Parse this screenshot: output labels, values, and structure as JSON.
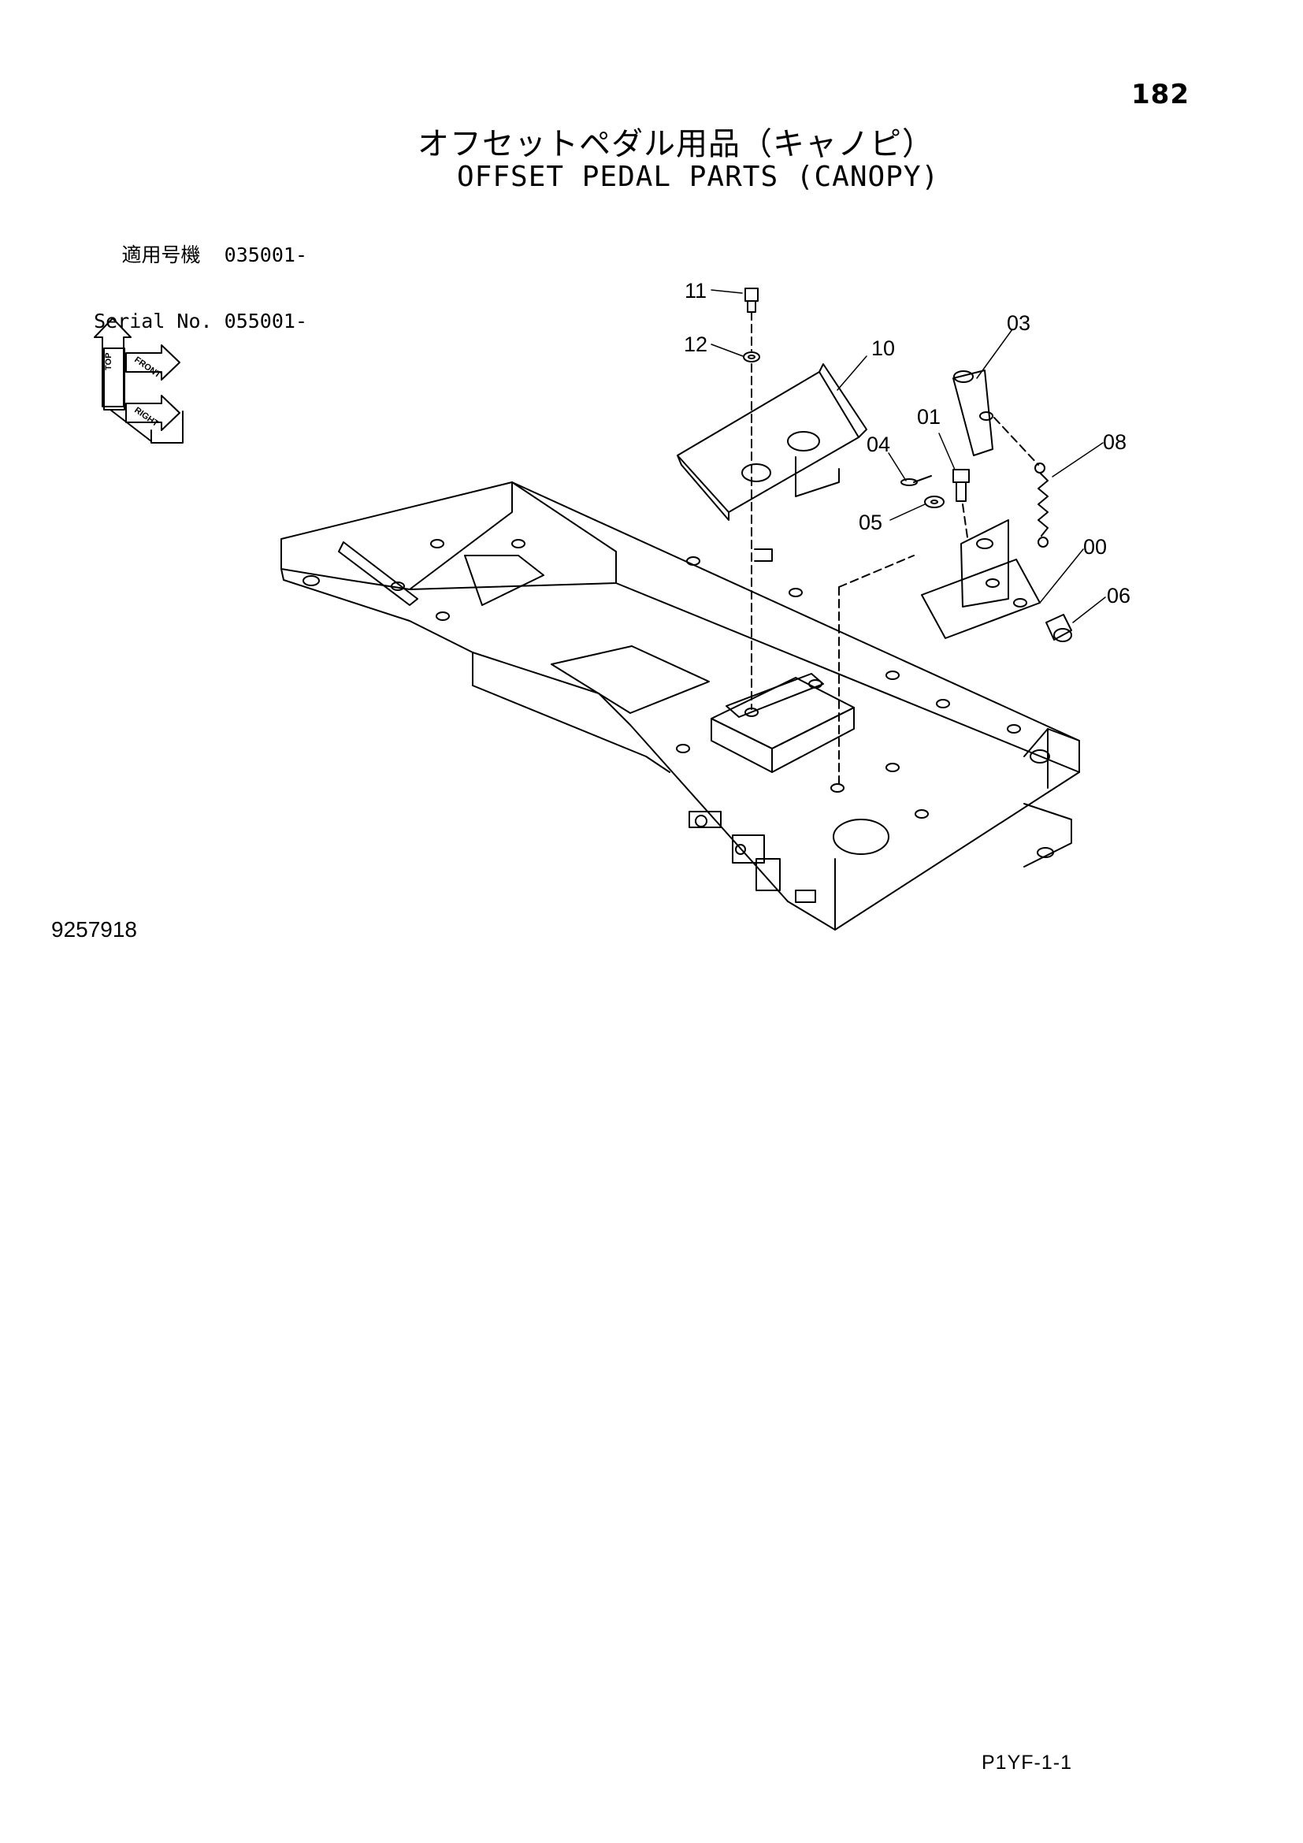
{
  "page": {
    "number": "182",
    "title_ja": "オフセットペダル用品（キャノピ）",
    "title_en": "OFFSET PEDAL PARTS (CANOPY)",
    "serial_ja_label": "適用号機",
    "serial_ja_value": "035001-",
    "serial_en_label": "Serial No.",
    "serial_en_value": "055001-",
    "drawing_number": "9257918",
    "page_code": "P1YF-1-1"
  },
  "orientation_labels": {
    "top": "TOP",
    "front": "FRONT",
    "right": "RIGHT"
  },
  "callouts": [
    {
      "label": "11"
    },
    {
      "label": "12"
    },
    {
      "label": "10"
    },
    {
      "label": "03"
    },
    {
      "label": "01"
    },
    {
      "label": "04"
    },
    {
      "label": "08"
    },
    {
      "label": "05"
    },
    {
      "label": "00"
    },
    {
      "label": "06"
    }
  ]
}
